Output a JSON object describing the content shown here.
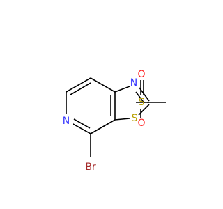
{
  "molecule": {
    "atoms": {
      "N_pyridine": {
        "label": "N",
        "color": "#3333ff"
      },
      "N_thiazole": {
        "label": "N",
        "color": "#3333ff"
      },
      "S_ring": {
        "label": "S",
        "color": "#b8a000"
      },
      "S_sulfonyl": {
        "label": "S",
        "color": "#b8a000"
      },
      "O_top": {
        "label": "O",
        "color": "#ff2222"
      },
      "O_bottom": {
        "label": "O",
        "color": "#ff2222"
      },
      "Br": {
        "label": "Br",
        "color": "#a52a2a"
      }
    }
  }
}
